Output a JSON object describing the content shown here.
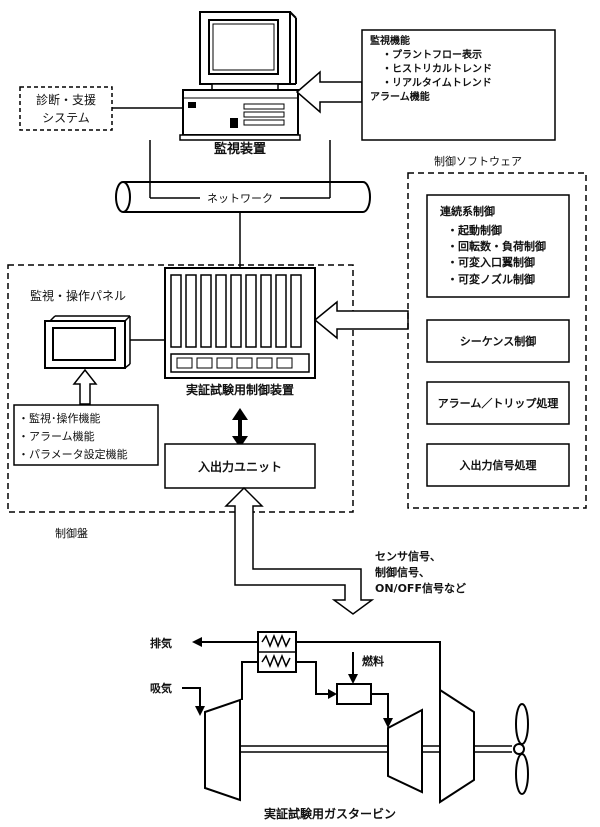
{
  "monitor_functions": {
    "title": "監視機能",
    "items": [
      "・プラントフロー表示",
      "・ヒストリカルトレンド",
      "・リアルタイムトレンド"
    ],
    "alarm": "アラーム機能"
  },
  "diagnosis": {
    "line1": "診断・支援",
    "line2": "システム"
  },
  "monitor_device": "監視装置",
  "network": "ネットワーク",
  "control_software": {
    "title": "制御ソフトウェア",
    "continuous": {
      "title": "連続系制御",
      "items": [
        "・起動制御",
        "・回転数・負荷制御",
        "・可変入口翼制御",
        "・可変ノズル制御"
      ]
    },
    "sequence": "シーケンス制御",
    "alarm_trip": "アラーム／トリップ処理",
    "io_signal": "入出力信号処理"
  },
  "panel": {
    "title": "監視・操作パネル",
    "functions": [
      "・監視･操作機能",
      "・アラーム機能",
      "・パラメータ設定機能"
    ]
  },
  "controller": "実証試験用制御装置",
  "io_unit": "入出力ユニット",
  "control_board": "制御盤",
  "signals": [
    "センサ信号、",
    "制御信号、",
    "ON/OFF信号など"
  ],
  "exhaust": "排気",
  "intake": "吸気",
  "fuel": "燃料",
  "gas_turbine": "実証試験用ガスタービン"
}
